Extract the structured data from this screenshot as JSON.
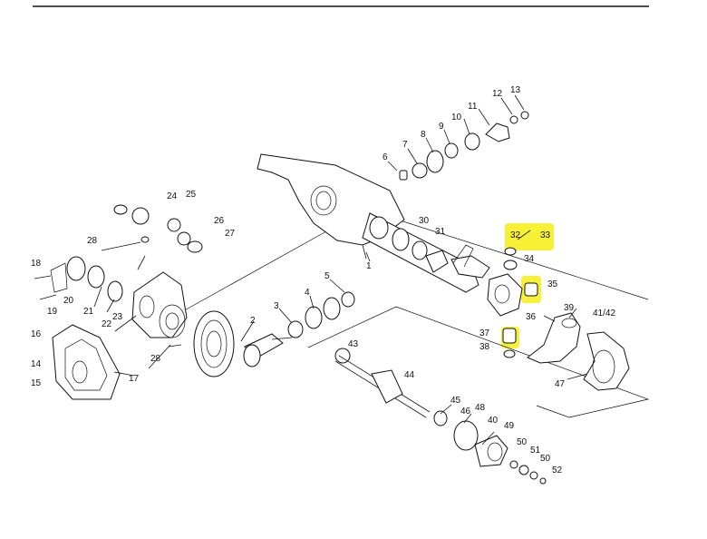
{
  "diagram": {
    "highlight_color": "#f7ef2a",
    "callouts": [
      {
        "id": "c1",
        "text": "1"
      },
      {
        "id": "c2",
        "text": "2"
      },
      {
        "id": "c3",
        "text": "3"
      },
      {
        "id": "c4",
        "text": "4"
      },
      {
        "id": "c5",
        "text": "5"
      },
      {
        "id": "c6",
        "text": "6"
      },
      {
        "id": "c7",
        "text": "7"
      },
      {
        "id": "c8",
        "text": "8"
      },
      {
        "id": "c9",
        "text": "9"
      },
      {
        "id": "c10",
        "text": "10"
      },
      {
        "id": "c11",
        "text": "11"
      },
      {
        "id": "c12",
        "text": "12"
      },
      {
        "id": "c13",
        "text": "13"
      },
      {
        "id": "c14",
        "text": "14"
      },
      {
        "id": "c15",
        "text": "15"
      },
      {
        "id": "c16",
        "text": "16"
      },
      {
        "id": "c17",
        "text": "17"
      },
      {
        "id": "c18",
        "text": "18"
      },
      {
        "id": "c19",
        "text": "19"
      },
      {
        "id": "c20",
        "text": "20"
      },
      {
        "id": "c21",
        "text": "21"
      },
      {
        "id": "c22",
        "text": "22"
      },
      {
        "id": "c23",
        "text": "23"
      },
      {
        "id": "c24",
        "text": "24"
      },
      {
        "id": "c25",
        "text": "25"
      },
      {
        "id": "c26",
        "text": "26"
      },
      {
        "id": "c27",
        "text": "27"
      },
      {
        "id": "c28a",
        "text": "28"
      },
      {
        "id": "c28b",
        "text": "28"
      },
      {
        "id": "c30",
        "text": "30"
      },
      {
        "id": "c31",
        "text": "31"
      },
      {
        "id": "c32",
        "text": "32"
      },
      {
        "id": "c33",
        "text": "33"
      },
      {
        "id": "c34",
        "text": "34"
      },
      {
        "id": "c35",
        "text": "35"
      },
      {
        "id": "c36",
        "text": "36"
      },
      {
        "id": "c37",
        "text": "37"
      },
      {
        "id": "c38",
        "text": "38"
      },
      {
        "id": "c39",
        "text": "39"
      },
      {
        "id": "c4142",
        "text": "41/42"
      },
      {
        "id": "c43",
        "text": "43"
      },
      {
        "id": "c44",
        "text": "44"
      },
      {
        "id": "c45",
        "text": "45"
      },
      {
        "id": "c46",
        "text": "46"
      },
      {
        "id": "c47",
        "text": "47"
      },
      {
        "id": "c48",
        "text": "48"
      },
      {
        "id": "c49",
        "text": "49"
      },
      {
        "id": "c40",
        "text": "40"
      },
      {
        "id": "c50a",
        "text": "50"
      },
      {
        "id": "c50b",
        "text": "50"
      },
      {
        "id": "c51",
        "text": "51"
      },
      {
        "id": "c52",
        "text": "52"
      }
    ]
  }
}
